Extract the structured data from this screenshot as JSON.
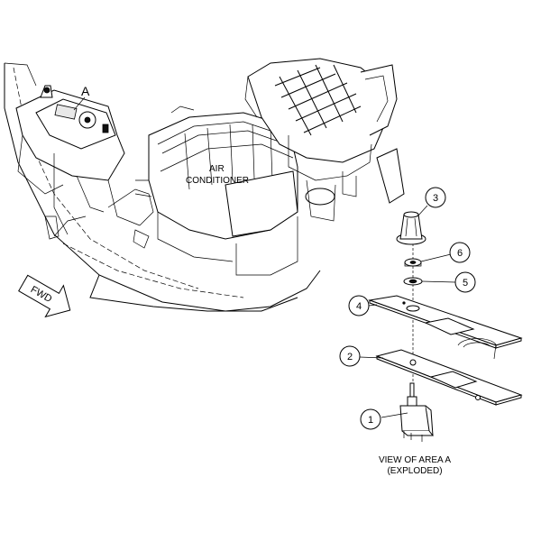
{
  "diagram": {
    "area_label": "A",
    "unit_label_line1": "AIR",
    "unit_label_line2": "CONDITIONER",
    "fwd_label": "FWD",
    "callouts": [
      "1",
      "2",
      "3",
      "4",
      "5",
      "6"
    ],
    "caption_line1": "VIEW OF AREA  A",
    "caption_line2": "(EXPLODED)"
  }
}
